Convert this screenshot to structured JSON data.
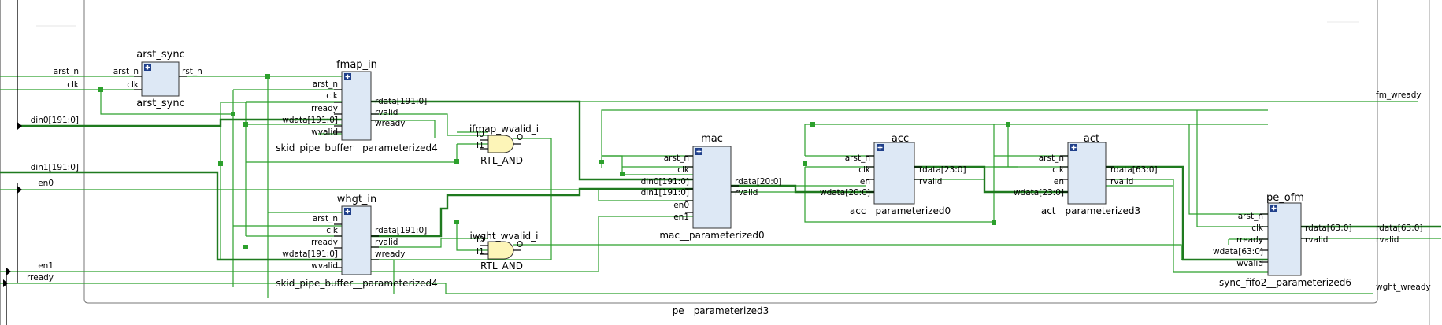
{
  "canvas": {
    "background": "#ffffff",
    "wire_color": "#2ca02c",
    "bus_color": "#1f7a1f",
    "block_fill": "#dde8f5",
    "gate_fill": "#fdf5b8",
    "border_color": "#7a7a7a"
  },
  "top_module": {
    "label": "pe__parameterized3"
  },
  "ports_left": [
    "arst_n",
    "clk",
    "din0[191:0]",
    "din1[191:0]",
    "en0",
    "en1",
    "rready"
  ],
  "ports_right": [
    "fm_wready",
    "rdata[63:0]",
    "rvalid",
    "wght_wready"
  ],
  "blocks": [
    {
      "id": "arst_sync",
      "title": "arst_sync",
      "subtitle": "arst_sync",
      "inputs": [
        "arst_n",
        "clk"
      ],
      "outputs": [
        "rst_n"
      ]
    },
    {
      "id": "fmap_in",
      "title": "fmap_in",
      "subtitle": "skid_pipe_buffer__parameterized4",
      "inputs": [
        "arst_n",
        "clk",
        "rready",
        "wdata[191:0]",
        "wvalid"
      ],
      "outputs": [
        "rdata[191:0]",
        "rvalid",
        "wready"
      ]
    },
    {
      "id": "whgt_in",
      "title": "whgt_in",
      "subtitle": "skid_pipe_buffer__parameterized4",
      "inputs": [
        "arst_n",
        "clk",
        "rready",
        "wdata[191:0]",
        "wvalid"
      ],
      "outputs": [
        "rdata[191:0]",
        "rvalid",
        "wready"
      ]
    },
    {
      "id": "mac",
      "title": "mac",
      "subtitle": "mac__parameterized0",
      "inputs": [
        "arst_n",
        "clk",
        "din0[191:0]",
        "din1[191:0]",
        "en0",
        "en1"
      ],
      "outputs": [
        "rdata[20:0]",
        "rvalid"
      ]
    },
    {
      "id": "acc",
      "title": "acc",
      "subtitle": "acc__parameterized0",
      "inputs": [
        "arst_n",
        "clk",
        "en",
        "wdata[20:0]"
      ],
      "outputs": [
        "rdata[23:0]",
        "rvalid"
      ]
    },
    {
      "id": "act",
      "title": "act",
      "subtitle": "act__parameterized3",
      "inputs": [
        "arst_n",
        "clk",
        "en",
        "wdata[23:0]"
      ],
      "outputs": [
        "rdata[63:0]",
        "rvalid"
      ]
    },
    {
      "id": "pe_ofm",
      "title": "pe_ofm",
      "subtitle": "sync_fifo2__parameterized6",
      "inputs": [
        "arst_n",
        "clk",
        "rready",
        "wdata[63:0]",
        "wvalid"
      ],
      "outputs": [
        "rdata[63:0]",
        "rvalid"
      ]
    }
  ],
  "gates": [
    {
      "id": "ifmap_wvalid_i",
      "title": "ifmap_wvalid_i",
      "type": "RTL_AND",
      "inputs": [
        "I0",
        "I1"
      ],
      "output": "O"
    },
    {
      "id": "iwght_wvalid_i",
      "title": "iwght_wvalid_i",
      "type": "RTL_AND",
      "inputs": [
        "I0",
        "I1"
      ],
      "output": "O"
    }
  ]
}
